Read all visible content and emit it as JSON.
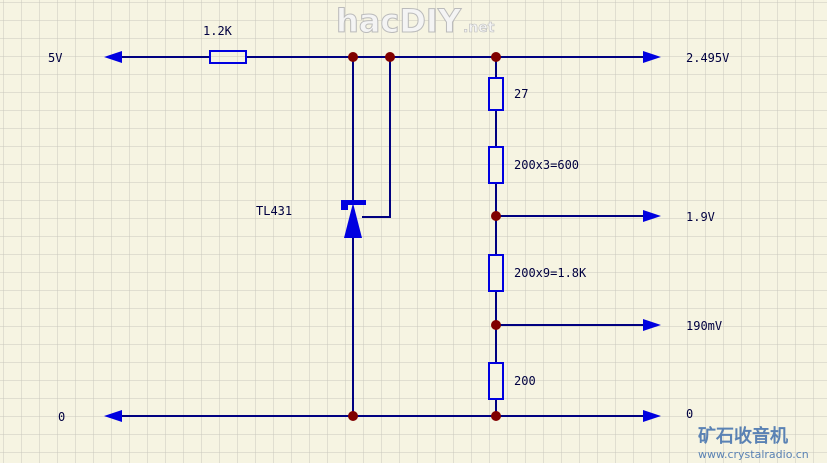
{
  "labels": {
    "supply": "5V",
    "ground_left": "0",
    "ground_right": "0",
    "out_ref": "2.495V",
    "out_1v9": "1.9V",
    "out_190mv": "190mV",
    "ic": "TL431"
  },
  "components": {
    "r_series": "1.2K",
    "r1": "27",
    "r2": "200x3=600",
    "r3": "200x9=1.8K",
    "r4": "200"
  },
  "watermarks": {
    "top_main": "hacDIY",
    "top_suffix": ".net",
    "bottom_cn": "矿石收音机",
    "bottom_url": "www.crystalradio.cn"
  },
  "colors": {
    "wire": "#000080",
    "component": "#0000e0",
    "node": "#800000",
    "background": "#f6f4e2",
    "grid": "#c8c8c0"
  }
}
